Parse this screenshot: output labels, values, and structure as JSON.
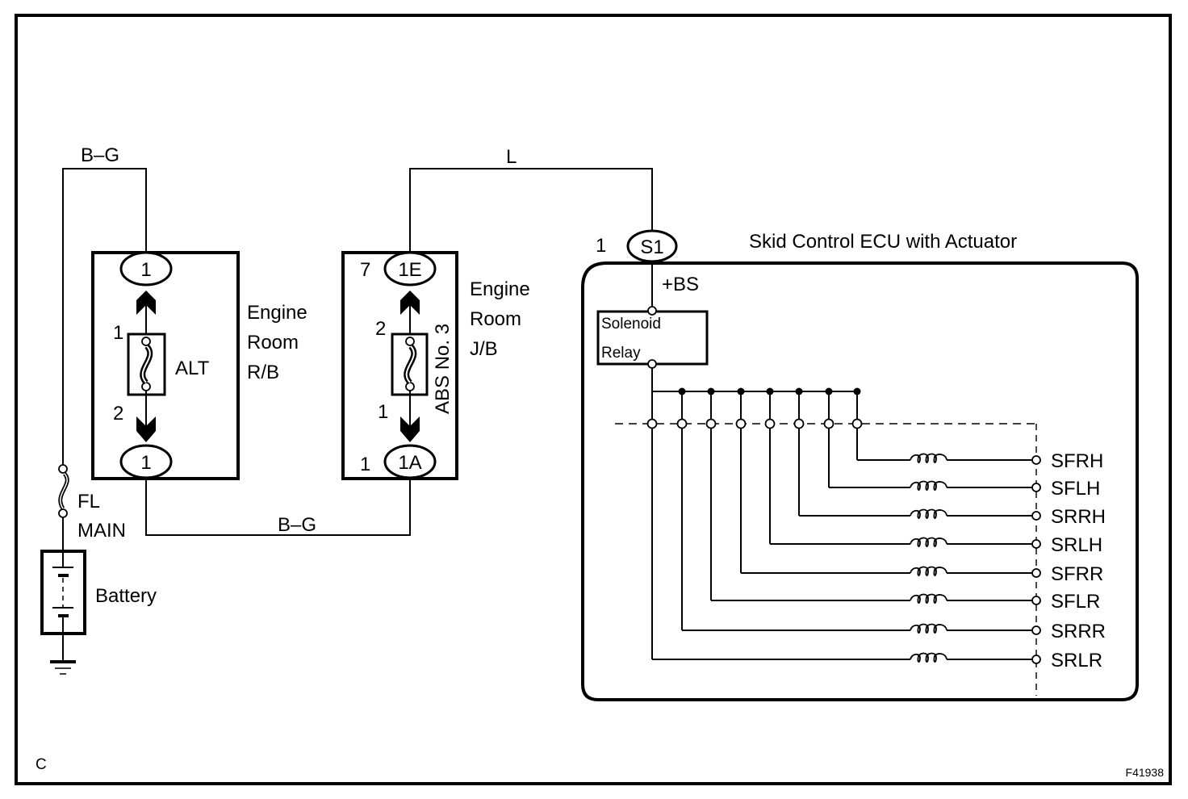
{
  "diagram": {
    "page_corner_label": "C",
    "figure_id": "F41938",
    "wires": {
      "top_left": "B–G",
      "bottom_mid": "B–G",
      "top_mid": "L"
    },
    "fl_main": {
      "line1": "FL",
      "line2": "MAIN"
    },
    "battery": {
      "label": "Battery"
    },
    "engine_room_rb": {
      "line1": "Engine",
      "line2": "Room",
      "line3": "R/B",
      "fuse_label": "ALT",
      "top_connector": "1",
      "bottom_connector": "1",
      "fuse_pin_top": "1",
      "fuse_pin_bottom": "2"
    },
    "engine_room_jb": {
      "line1": "Engine",
      "line2": "Room",
      "line3": "J/B",
      "fuse_label": "ABS No. 3",
      "top_connector": "1E",
      "top_connector_pin": "7",
      "bottom_connector": "1A",
      "bottom_connector_pin": "1",
      "fuse_pin_top": "2",
      "fuse_pin_bottom": "1"
    },
    "ecu": {
      "title": "Skid Control ECU with Actuator",
      "connector": "S1",
      "connector_pin": "1",
      "terminal": "+BS",
      "relay_line1": "Solenoid",
      "relay_line2": "Relay",
      "solenoids": [
        "SFRH",
        "SFLH",
        "SRRH",
        "SRLH",
        "SFRR",
        "SFLR",
        "SRRR",
        "SRLR"
      ]
    }
  }
}
